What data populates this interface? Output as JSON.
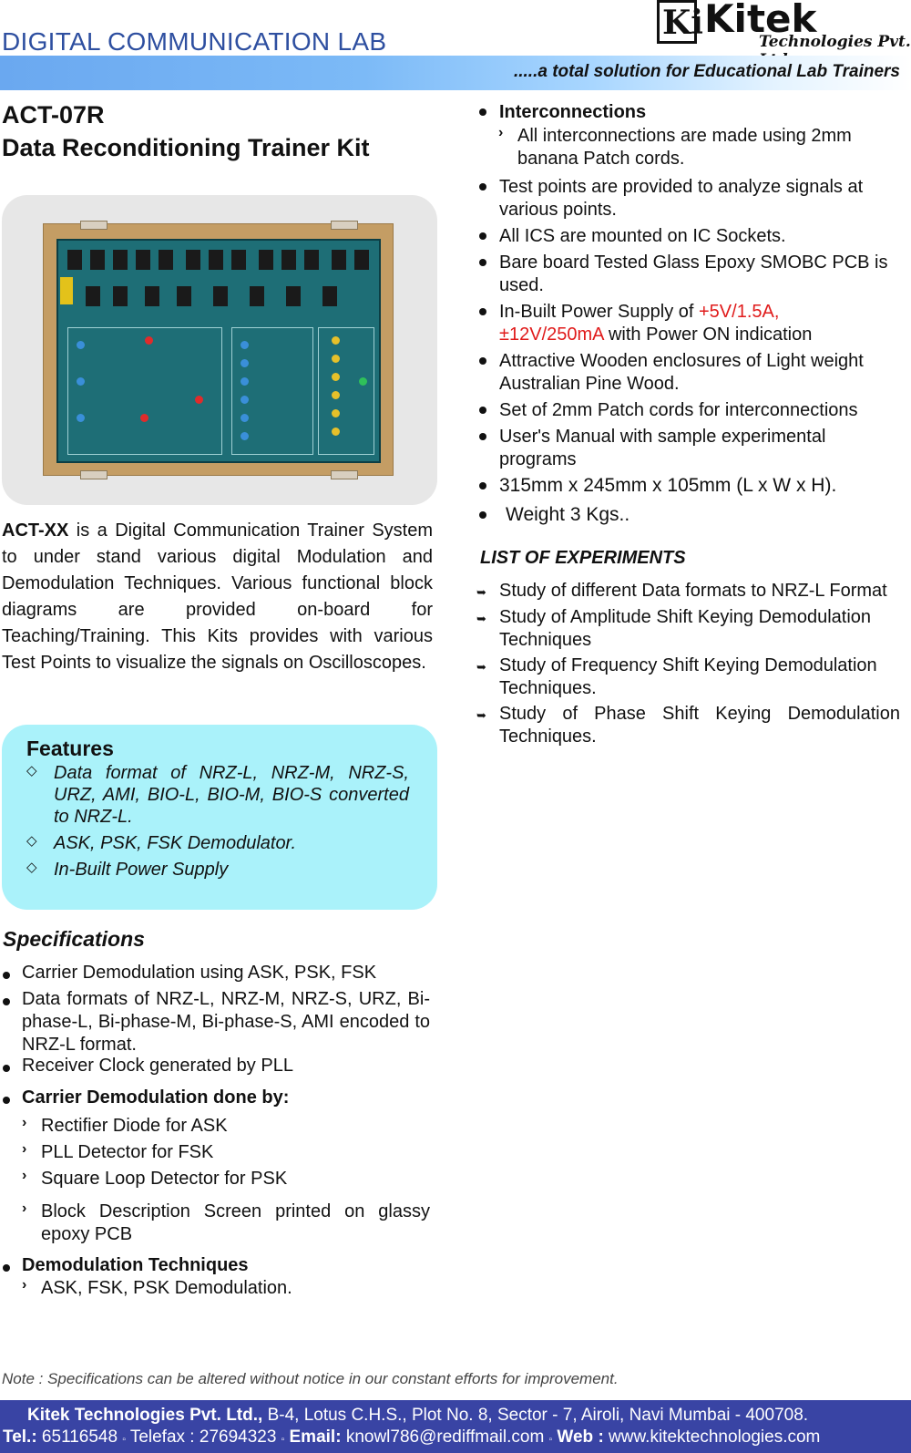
{
  "header": {
    "lab_title": "DIGITAL COMMUNICATION LAB",
    "brand": "Kitek",
    "brand_sub": "Technologies Pvt. Ltd.",
    "tagline": ".....a total solution for  Educational Lab Trainers",
    "brand_colors": {
      "title": "#2e4fa0",
      "bar": "#6aa8f0",
      "footer": "#3944a4",
      "accent_red": "#e01b1b"
    }
  },
  "product": {
    "model": "ACT-07R",
    "name": "Data Reconditioning Trainer Kit",
    "intro_model": "ACT-XX",
    "intro_text": " is a Digital Communication Trainer System to under stand various digital Modulation and Demodulation Techniques.  Various functional block diagrams are provided on-board for Teaching/Training.  This Kits provides with various Test Points to visualize the signals on Oscilloscopes."
  },
  "features": {
    "title": "Features",
    "items": [
      "Data format of NRZ-L, NRZ-M, NRZ-S, URZ, AMI, BIO-L, BIO-M, BIO-S converted to NRZ-L.",
      "ASK, PSK, FSK Demodulator.",
      "In-Built Power Supply"
    ]
  },
  "specifications": {
    "title": "Specifications",
    "items": [
      "Carrier Demodulation  using ASK, PSK, FSK",
      "Data formats of NRZ-L, NRZ-M, NRZ-S, URZ, Bi-phase-L, Bi-phase-M, Bi-phase-S, AMI encoded to NRZ-L format.",
      "Receiver Clock generated by PLL"
    ],
    "carrier_title": "Carrier Demodulation done by:",
    "carrier_items": [
      "Rectifier Diode for ASK",
      "PLL Detector for FSK",
      "Square Loop Detector for PSK",
      "Block Description Screen printed on glassy epoxy PCB"
    ],
    "demod_title": "Demodulation Techniques",
    "demod_items": [
      "ASK, FSK, PSK Demodulation."
    ]
  },
  "right": {
    "interconnections_title": "Interconnections",
    "interconnections_sub": "All interconnections are made using 2mm banana Patch cords.",
    "test_points": "Test points are provided to analyze signals at various points.",
    "ics": "All ICS are mounted on IC Sockets.",
    "pcb": "Bare board Tested Glass Epoxy SMOBC PCB is used.",
    "power_prefix": "In-Built Power Supply of ",
    "power_red_1": "+5V/1.5A,",
    "power_red_2": "±12V/250mA",
    "power_suffix": " with Power ON indication",
    "enclosure": "Attractive Wooden enclosures of Light weight Australian Pine Wood.",
    "patch_cords": "Set of 2mm Patch cords for interconnections",
    "manual": "User's Manual with sample experimental programs",
    "dimensions": "315mm x 245mm x 105mm (L x W x H).",
    "weight": "Weight 3 Kgs.."
  },
  "experiments": {
    "title": "LIST OF EXPERIMENTS",
    "items": [
      "Study of different Data formats to NRZ-L Format",
      "Study of Amplitude Shift Keying Demodulation Techniques",
      "Study of Frequency Shift Keying Demodulation Techniques.",
      "Study of Phase Shift Keying Demodulation Techniques."
    ]
  },
  "note": "Note : Specifications can be altered without notice in our constant efforts for improvement.",
  "footer": {
    "company": "Kitek Technologies Pvt. Ltd.,",
    "address": " B-4, Lotus C.H.S., Plot No. 8, Sector - 7, Airoli, Navi Mumbai - 400708.",
    "tel_label": "Tel.:",
    "tel": " 65116548 ",
    "telefax_label": " Telefax :",
    "telefax": " 27694323 ",
    "email_label": " Email:",
    "email": " knowl786@rediffmail.com ",
    "web_label": " Web :",
    "web": " www.kitektechnologies.com"
  }
}
